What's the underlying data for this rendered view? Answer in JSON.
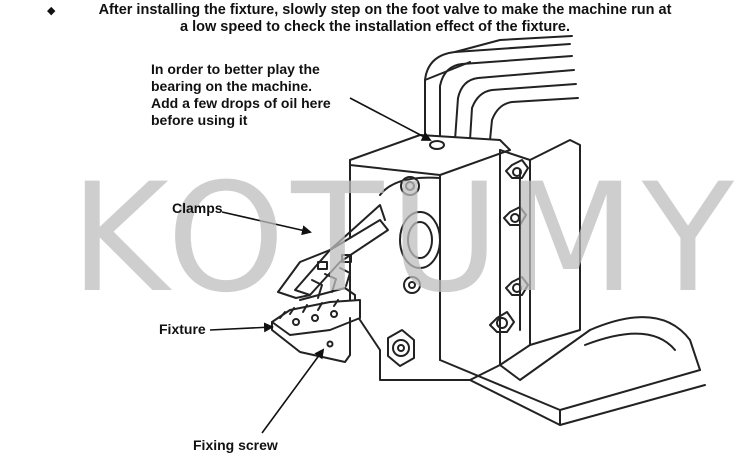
{
  "title": {
    "bullet": "◆",
    "line1": "After installing the fixture, slowly step on the foot valve to make the machine run at",
    "line2": "a low speed to check the installation effect of the fixture."
  },
  "labels": {
    "oil_note": [
      "In order to better play the",
      "bearing on the machine.",
      "Add a few drops of oil here",
      "before using it"
    ],
    "clamps": "Clamps",
    "fixture": "Fixture",
    "fixing_screw": "Fixing screw"
  },
  "watermark": "KOTUMY",
  "colors": {
    "line": "#222222",
    "watermark": "#bdbdbd"
  }
}
